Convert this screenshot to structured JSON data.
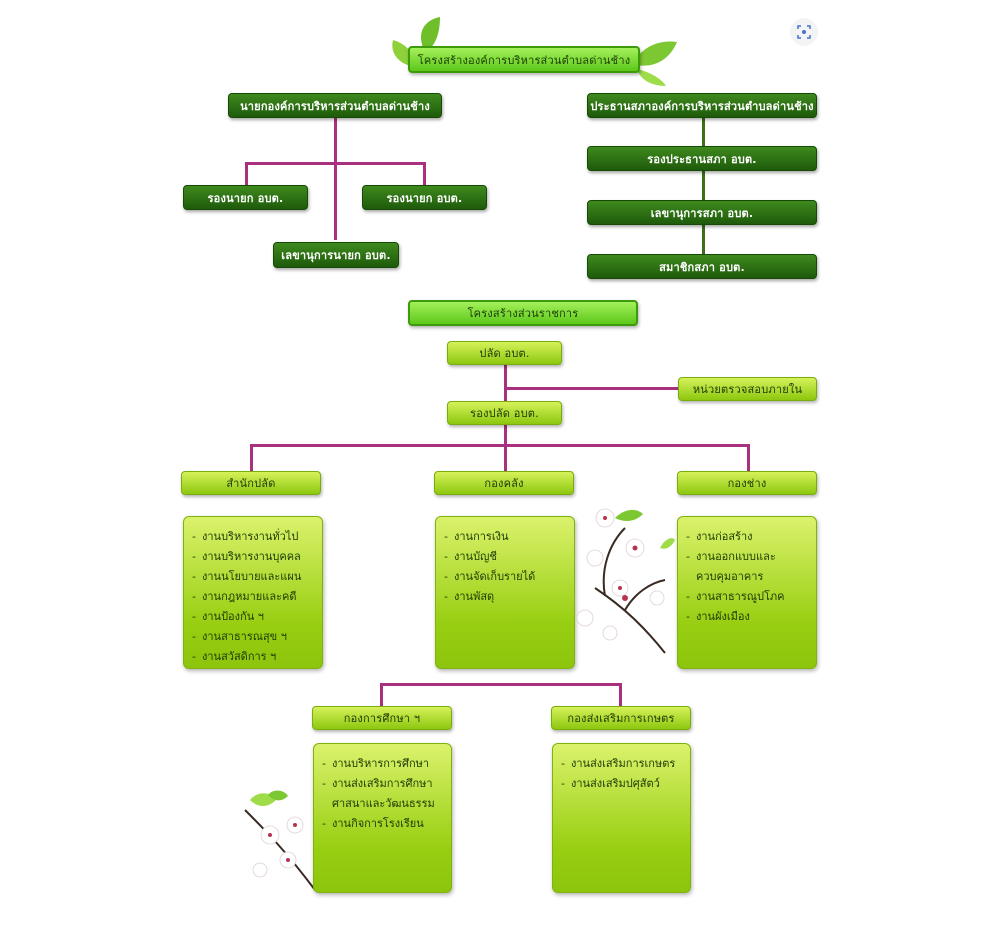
{
  "title": "โครงสร้างองค์การบริหารส่วนตำบลด่านช้าง",
  "executive": {
    "head": "นายกองค์การบริหารส่วนตำบลด่านช้าง",
    "deputy_1": "รองนายก อบต.",
    "deputy_2": "รองนายก อบต.",
    "secretary": "เลขานุการนายก อบต."
  },
  "council": {
    "head": "ประธานสภาองค์การบริหารส่วนตำบลด่านช้าง",
    "vice": "รองประธานสภา อบต.",
    "secretary": "เลขานุการสภา อบต.",
    "members": "สมาชิกสภา อบต."
  },
  "gov": {
    "title": "โครงสร้างส่วนราชการ",
    "palad": "ปลัด อบต.",
    "audit": "หน่วยตรวจสอบภายใน",
    "rong_palad": "รองปลัด อบต.",
    "office": {
      "name": "สำนักปลัด",
      "items": [
        "งานบริหารงานทั่วไป",
        "งานบริหารงานบุคคล",
        "งานนโยบายและแผน",
        "งานกฎหมายและคดี",
        "งานป้องกัน ฯ",
        "งานสาธารณสุข ฯ",
        "งานสวัสดิการ ฯ"
      ]
    },
    "finance": {
      "name": "กองคลัง",
      "items": [
        "งานการเงิน",
        "งานบัญชี",
        "งานจัดเก็บรายได้",
        "งานพัสดุ"
      ]
    },
    "works": {
      "name": "กองช่าง",
      "items": [
        "งานก่อสร้าง",
        "งานออกแบบและ"
      ],
      "item_cont": "ควบคุมอาคาร",
      "items_after": [
        "งานสาธารณูปโภค",
        "งานผังเมือง"
      ]
    },
    "education": {
      "name": "กองการศึกษา ฯ",
      "items": [
        "งานบริหารการศึกษา",
        "งานส่งเสริมการศึกษา"
      ],
      "item_cont": "ศาสนาและวัฒนธรรม",
      "items_after": [
        "งานกิจการโรงเรียน"
      ]
    },
    "agri": {
      "name": "กองส่งเสริมการเกษตร",
      "items": [
        "งานส่งเสริมการเกษตร",
        "งานส่งเสริมปศุสัตว์"
      ]
    }
  },
  "colors": {
    "dark_green": "#2c6e12",
    "light_green": "#a9d81d",
    "connector": "#a8307e"
  }
}
